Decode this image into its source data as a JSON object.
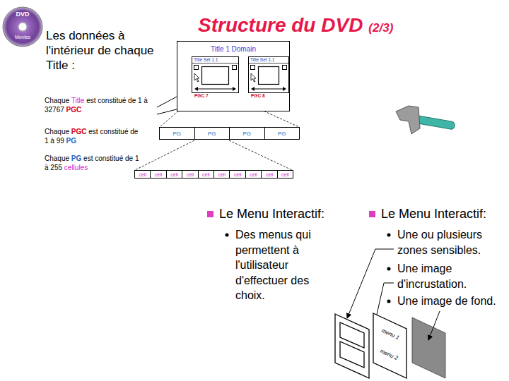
{
  "diagram": {
    "title": "Structure du DVD",
    "nodes": [
      {
        "text": [
          "Title 1 Domain"
        ]
      },
      {
        "text": [
          "Title Set 1.1",
          "PGC 7"
        ],
        "in": 0
      },
      {
        "text": [
          "Title Set 1.1",
          "PGC 8"
        ],
        "in": 0
      },
      {
        "text": [
          "PG"
        ]
      },
      {
        "text": [
          "PG"
        ]
      },
      {
        "text": [
          "PG"
        ]
      },
      {
        "text": [
          "PG"
        ]
      },
      {
        "text": [
          "cell"
        ]
      },
      {
        "text": [
          "cell"
        ]
      },
      {
        "text": [
          "cell"
        ]
      },
      {
        "text": [
          "cell"
        ]
      },
      {
        "text": [
          "cell"
        ]
      },
      {
        "text": [
          "cell"
        ]
      },
      {
        "text": [
          "cell"
        ]
      },
      {
        "text": [
          "cell"
        ]
      },
      {
        "text": [
          "cell"
        ]
      },
      {
        "text": [
          "cell"
        ]
      },
      {
        "text": [
          "menu 1",
          "menu 2"
        ]
      }
    ],
    "labels": [
      "DVD",
      "Movies",
      "(2/3)",
      "Les données à l'intérieur de chaque Title :",
      "Chaque",
      "Title",
      "est constitué de 1 à 32767",
      "PGC",
      "Chaque",
      "PGC",
      "est constitué de 1 à 99",
      "PG",
      "Chaque",
      "PG",
      "est constitué de 1 à 255",
      "cellules",
      "Le Menu Interactif:",
      "Des menus qui permettent à l'utilisateur d'effectuer des choix.",
      "Le Menu Interactif:",
      "Une ou plusieurs zones sensibles.",
      "Une image d'incrustation.",
      "Une image de fond."
    ]
  }
}
